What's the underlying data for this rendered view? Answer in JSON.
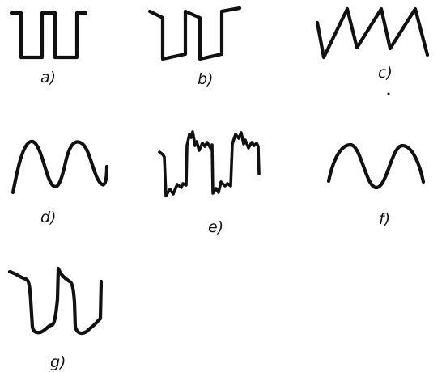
{
  "panels": [
    {
      "id": "a",
      "label": "a)",
      "waveform": "square"
    },
    {
      "id": "b",
      "label": "b)",
      "waveform": "square-with-tilted-tops"
    },
    {
      "id": "c",
      "label": "c)",
      "waveform": "sawtooth"
    },
    {
      "id": "d",
      "label": "d)",
      "waveform": "rounded-pulse"
    },
    {
      "id": "e",
      "label": "e)",
      "waveform": "square-with-ringing"
    },
    {
      "id": "f",
      "label": "f)",
      "waveform": "sine"
    },
    {
      "id": "g",
      "label": "g)",
      "waveform": "distorted-square"
    }
  ]
}
